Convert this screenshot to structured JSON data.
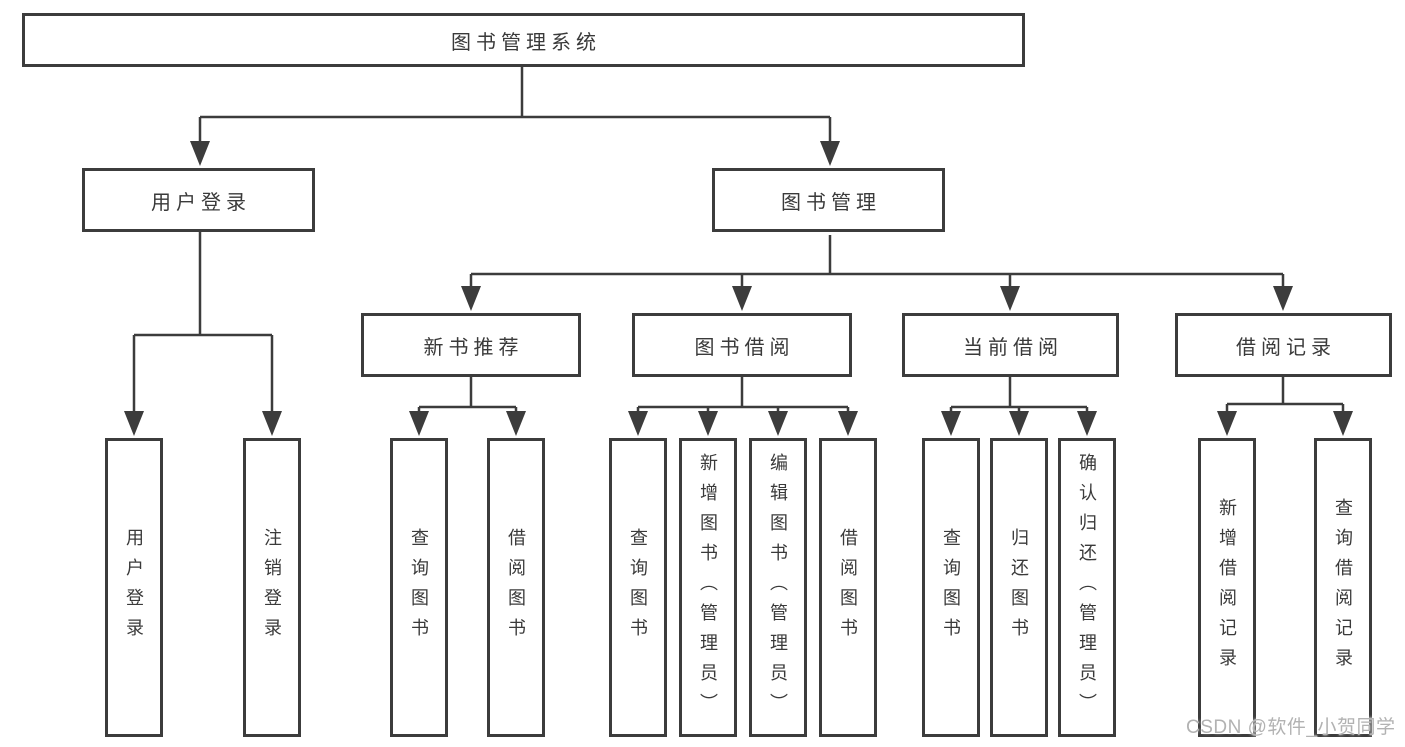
{
  "root": {
    "label": "图书管理系统"
  },
  "branches": [
    {
      "label": "用户登录",
      "leaves": [
        {
          "label": "用户登录"
        },
        {
          "label": "注销登录"
        }
      ]
    },
    {
      "label": "图书管理",
      "sections": [
        {
          "label": "新书推荐",
          "leaves": [
            {
              "label": "查询图书"
            },
            {
              "label": "借阅图书"
            }
          ]
        },
        {
          "label": "图书借阅",
          "leaves": [
            {
              "label": "查询图书"
            },
            {
              "label": "新增图书（管理员）"
            },
            {
              "label": "编辑图书（管理员）"
            },
            {
              "label": "借阅图书"
            }
          ]
        },
        {
          "label": "当前借阅",
          "leaves": [
            {
              "label": "查询图书"
            },
            {
              "label": "归还图书"
            },
            {
              "label": "确认归还（管理员）"
            }
          ]
        },
        {
          "label": "借阅记录",
          "leaves": [
            {
              "label": "新增借阅记录"
            },
            {
              "label": "查询借阅记录"
            }
          ]
        }
      ]
    }
  ],
  "watermark": {
    "text": "CSDN @软件_小贺同学"
  },
  "colors": {
    "line": "#3c3c3c",
    "text": "#3a3a3a",
    "background": "#ffffff",
    "watermark": "#b2b2b2"
  }
}
